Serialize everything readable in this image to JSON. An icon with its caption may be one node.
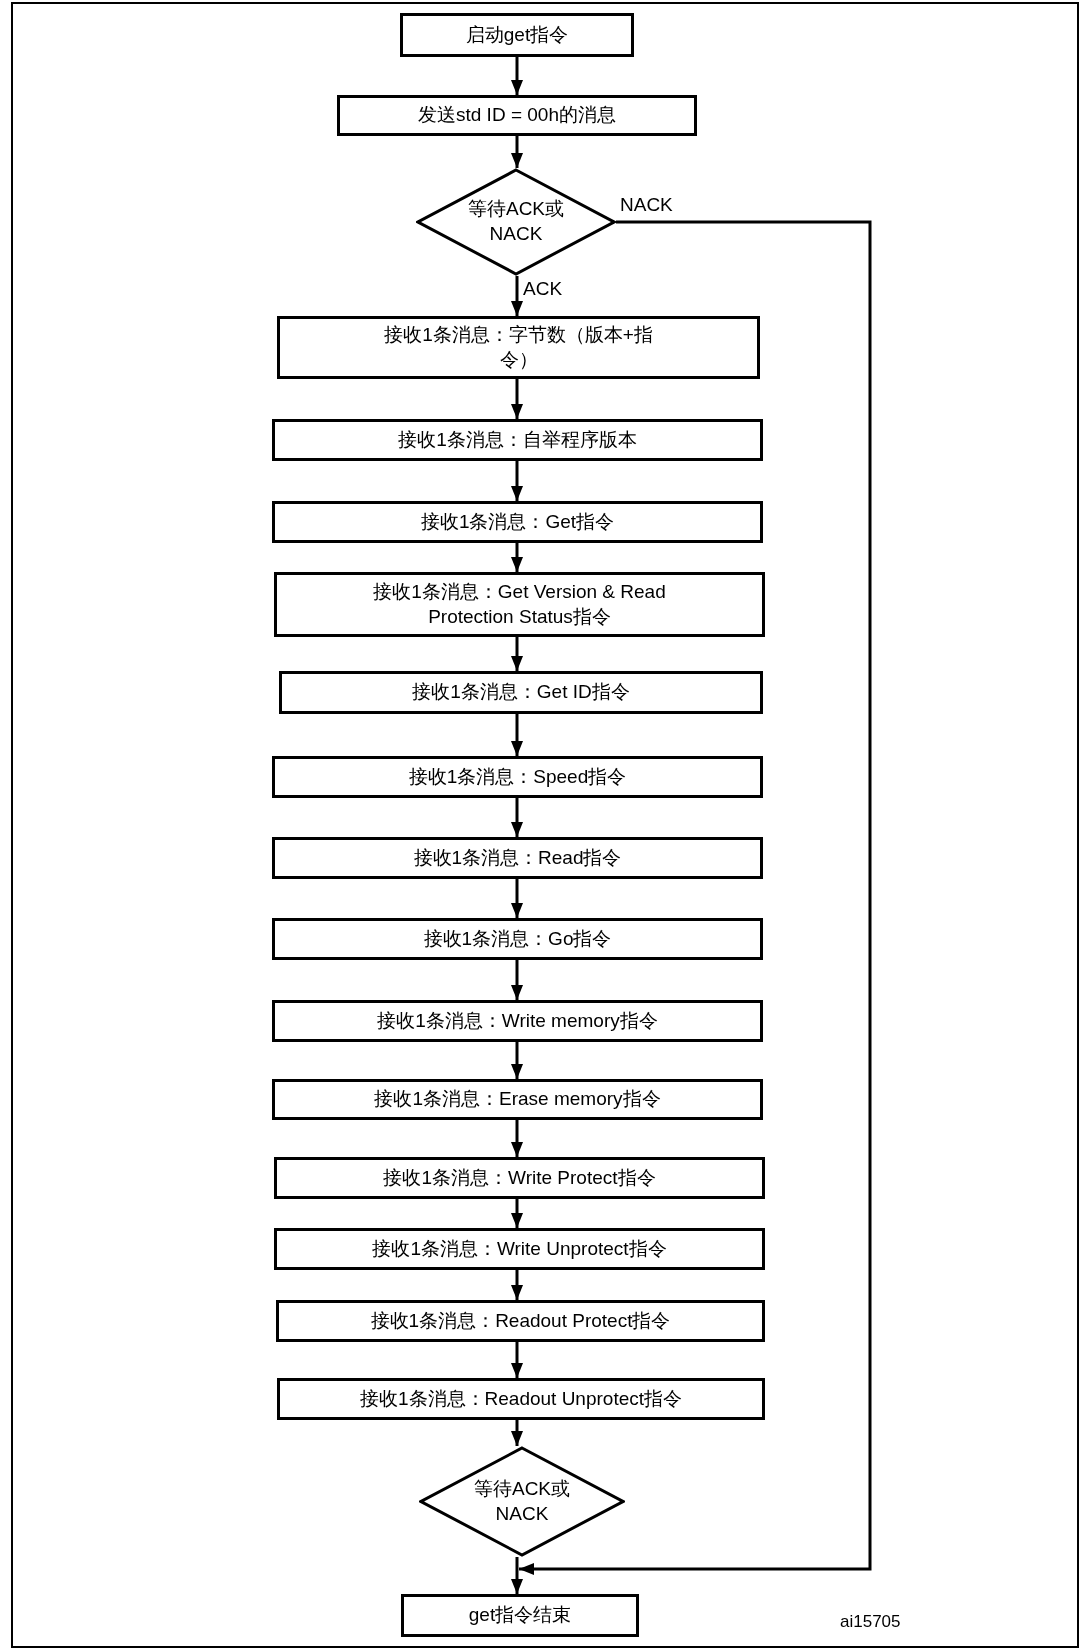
{
  "diagram": {
    "nodes": [
      {
        "text": [
          "启动get指令"
        ]
      },
      {
        "text": [
          "发送std ID = 00h的消息"
        ]
      },
      {
        "text": [
          "等待ACK或NACK"
        ]
      },
      {
        "text": [
          "接收1条消息：字节数（版本+指令）"
        ]
      },
      {
        "text": [
          "接收1条消息：自举程序版本"
        ]
      },
      {
        "text": [
          "接收1条消息：Get指令"
        ]
      },
      {
        "text": [
          "接收1条消息：Get Version & Read Protection Status指令"
        ]
      },
      {
        "text": [
          "接收1条消息：Get ID指令"
        ]
      },
      {
        "text": [
          "接收1条消息：Speed指令"
        ]
      },
      {
        "text": [
          "接收1条消息：Read指令"
        ]
      },
      {
        "text": [
          "接收1条消息：Go指令"
        ]
      },
      {
        "text": [
          "接收1条消息：Write memory指令"
        ]
      },
      {
        "text": [
          "接收1条消息：Erase memory指令"
        ]
      },
      {
        "text": [
          "接收1条消息：Write Protect指令"
        ]
      },
      {
        "text": [
          "接收1条消息：Write Unprotect指令"
        ]
      },
      {
        "text": [
          "接收1条消息：Readout Protect指令"
        ]
      },
      {
        "text": [
          "接收1条消息：Readout Unprotect指令"
        ]
      },
      {
        "text": [
          "等待ACK或NACK"
        ]
      },
      {
        "text": [
          "get指令结束"
        ]
      }
    ],
    "edges": [
      {
        "from": 0,
        "to": 1,
        "arrow": "to"
      },
      {
        "from": 1,
        "to": 2,
        "arrow": "to"
      },
      {
        "from": 2,
        "to": 3,
        "arrow": "to",
        "label": "ACK"
      },
      {
        "from": 3,
        "to": 4,
        "arrow": "to"
      },
      {
        "from": 4,
        "to": 5,
        "arrow": "to"
      },
      {
        "from": 5,
        "to": 6,
        "arrow": "to"
      },
      {
        "from": 6,
        "to": 7,
        "arrow": "to"
      },
      {
        "from": 7,
        "to": 8,
        "arrow": "to"
      },
      {
        "from": 8,
        "to": 9,
        "arrow": "to"
      },
      {
        "from": 9,
        "to": 10,
        "arrow": "to"
      },
      {
        "from": 10,
        "to": 11,
        "arrow": "to"
      },
      {
        "from": 11,
        "to": 12,
        "arrow": "to"
      },
      {
        "from": 12,
        "to": 13,
        "arrow": "to"
      },
      {
        "from": 13,
        "to": 14,
        "arrow": "to"
      },
      {
        "from": 14,
        "to": 15,
        "arrow": "to"
      },
      {
        "from": 15,
        "to": 16,
        "arrow": "to"
      },
      {
        "from": 16,
        "to": 17,
        "arrow": "to"
      },
      {
        "from": 17,
        "to": 18,
        "arrow": "to"
      },
      {
        "from": 2,
        "to": 18,
        "arrow": "to",
        "label": "NACK"
      }
    ],
    "labels": [
      "ai15705"
    ]
  }
}
